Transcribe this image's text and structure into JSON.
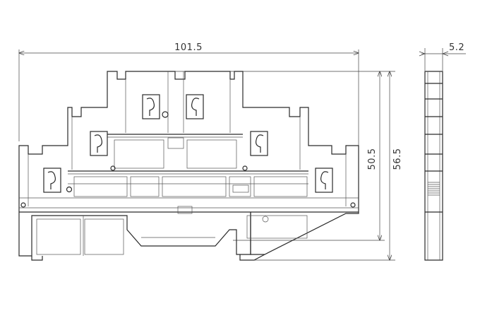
{
  "dimensions": {
    "overall_width": "101.5",
    "side_width": "5.2",
    "inner_height": "50.5",
    "overall_height": "56.5"
  },
  "views": {
    "front": "front-view",
    "side": "side-view"
  }
}
